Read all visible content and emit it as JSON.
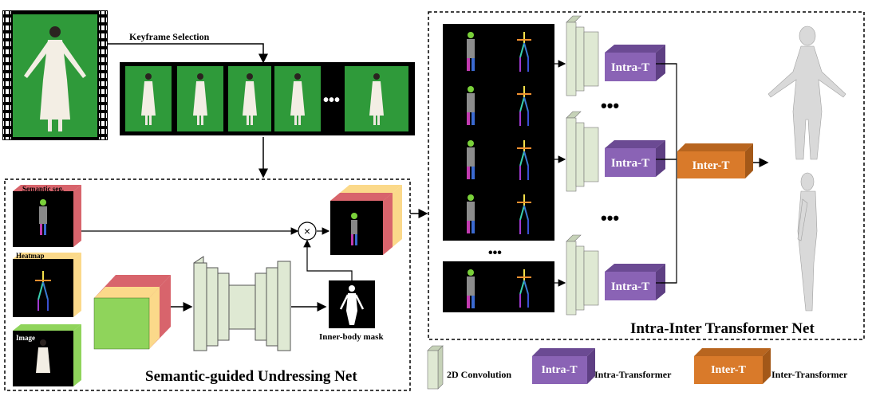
{
  "labels": {
    "keyframe_selection": "Keyframe Selection",
    "semantic_seg": "Semantic seg.",
    "heatmap": "Heatmap",
    "image": "Image",
    "inner_body_mask": "Inner-body mask",
    "undressing_net": "Semantic-guided Undressing Net",
    "transformer_net": "Intra-Inter Transformer Net",
    "intra_t": "Intra-T",
    "inter_t": "Inter-T",
    "multiply_symbol": "×",
    "ellipsis": "•••"
  },
  "legend": {
    "conv": "2D Convolution",
    "intra_box": "Intra-T",
    "intra_desc": "Intra-Transformer",
    "inter_box": "Inter-T",
    "inter_desc": "Inter-Transformer"
  },
  "colors": {
    "green_screen": "#2f9a3a",
    "conv_fill": "#dfe9d3",
    "intra_purple": "#8a63b5",
    "inter_orange": "#d97a2a",
    "seg_red": "#d8646c",
    "heat_yellow": "#fbd98a",
    "image_green": "#8fd45b"
  }
}
